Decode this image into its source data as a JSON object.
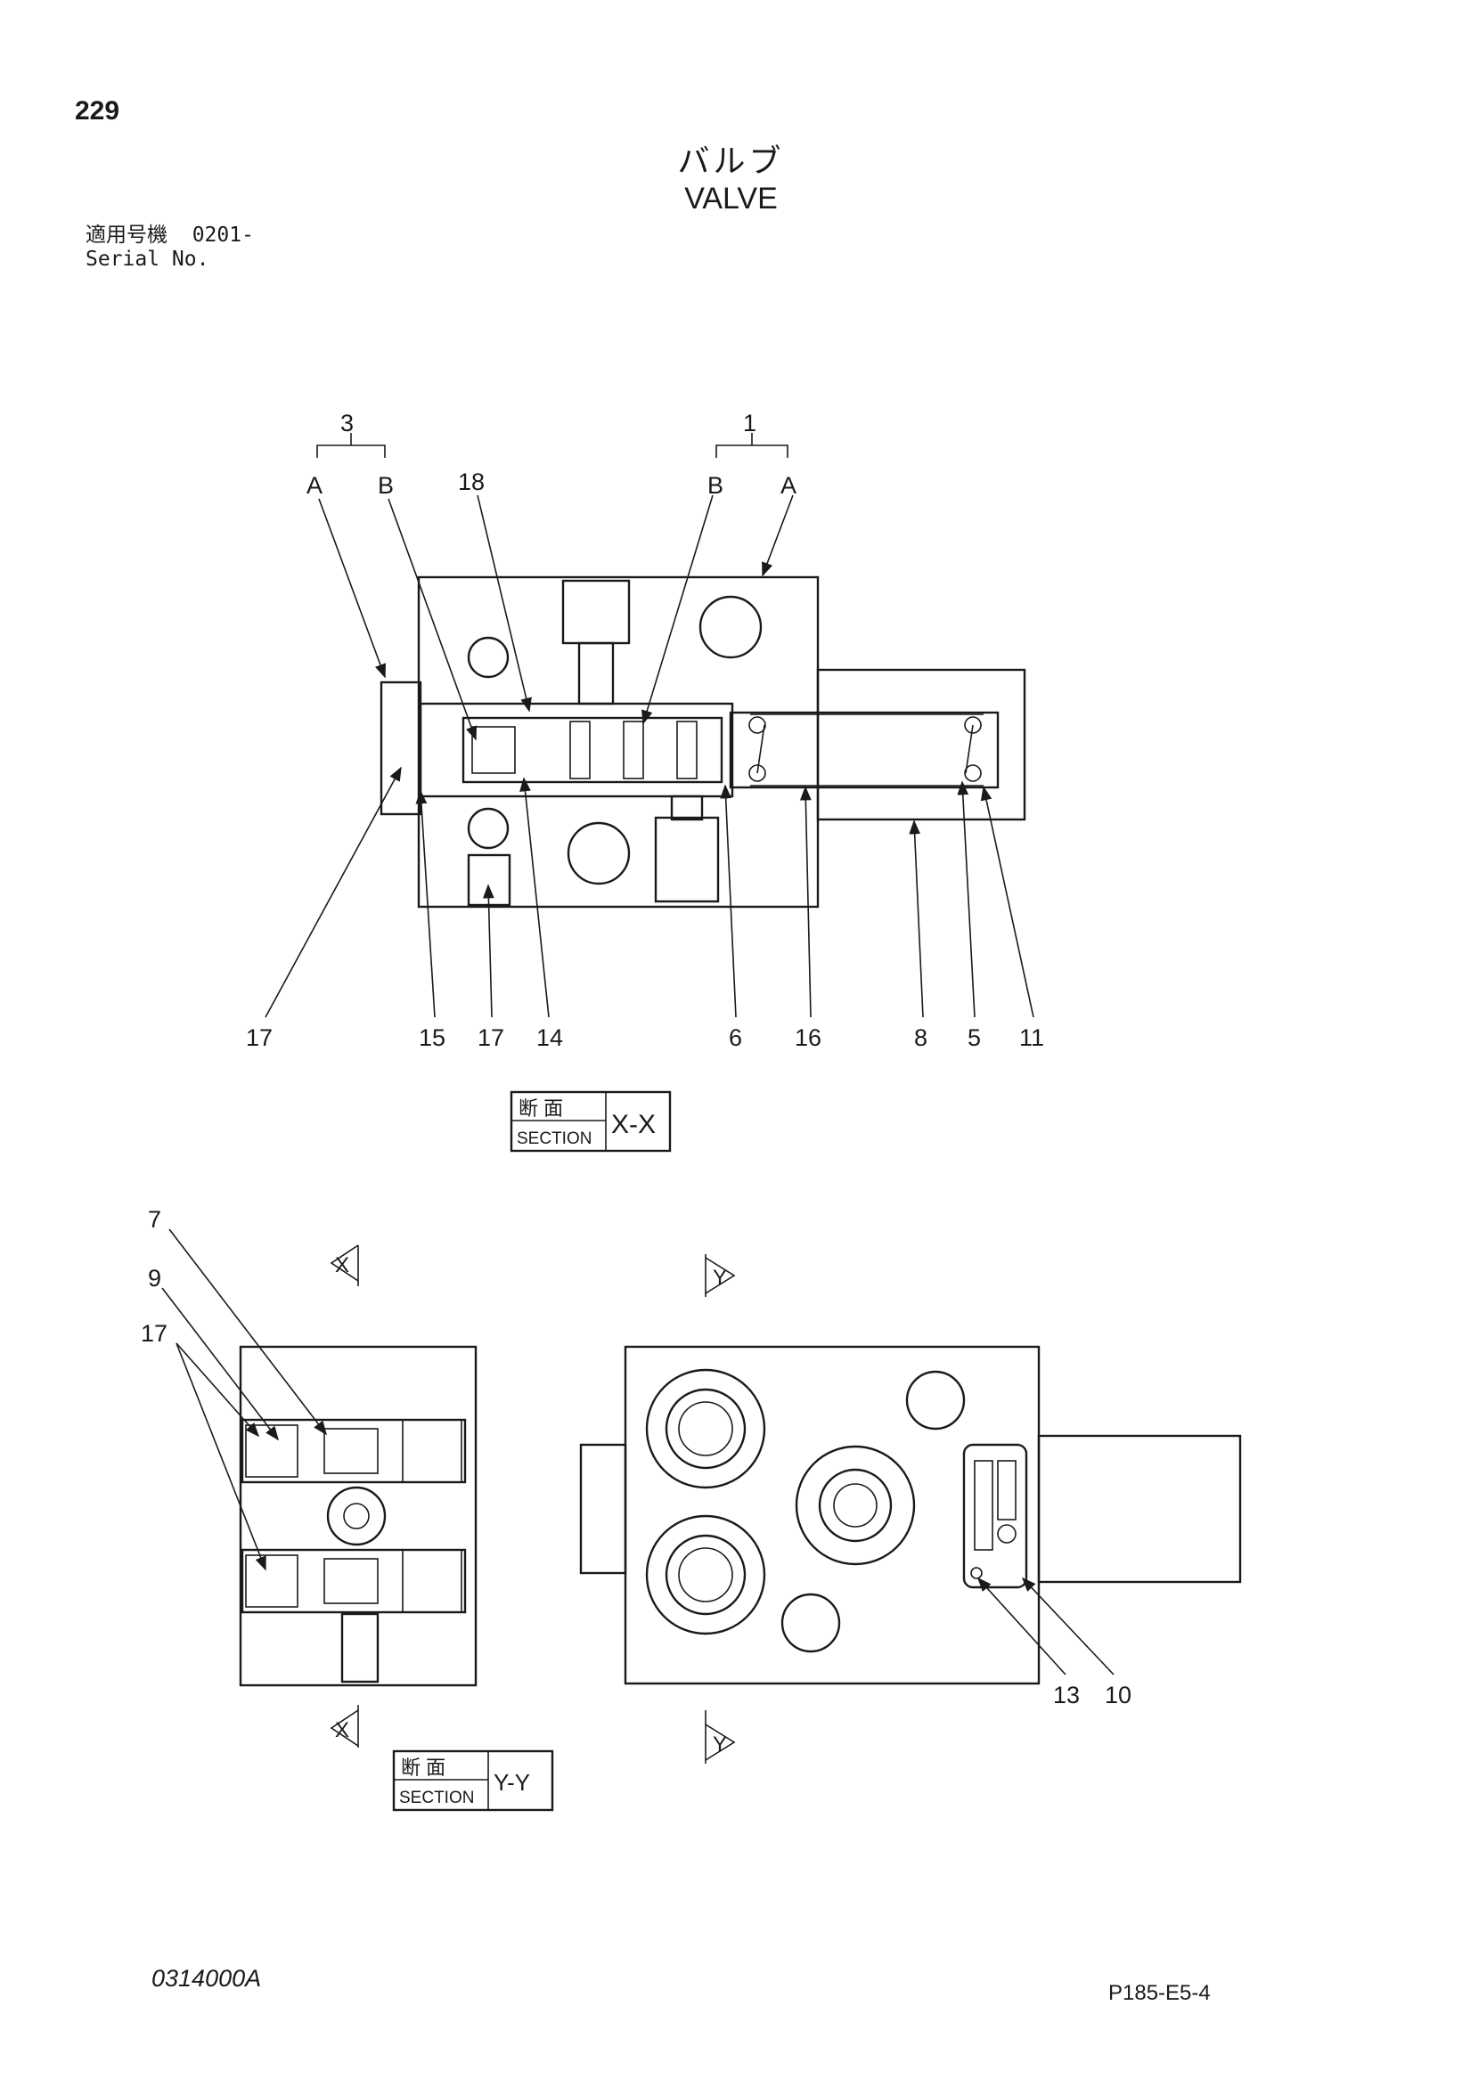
{
  "header": {
    "page_number": "229",
    "title_jp": "バルブ",
    "title_en": "VALVE",
    "serial_label_jp": "適用号機",
    "serial_value": "0201-",
    "serial_label_en": "Serial No."
  },
  "section_xx": {
    "callouts": {
      "group3": "3",
      "group3_a": "A",
      "group3_b": "B",
      "group1": "1",
      "group1_a": "A",
      "group1_b": "B",
      "c18": "18",
      "c17_left": "17",
      "c15": "15",
      "c17_mid": "17",
      "c14": "14",
      "c6": "6",
      "c16": "16",
      "c8": "8",
      "c5": "5",
      "c11": "11"
    },
    "section_box": {
      "jp": "断 面",
      "en": "SECTION",
      "id": "X-X"
    }
  },
  "section_yy": {
    "callouts": {
      "c7": "7",
      "c9": "9",
      "c17": "17"
    },
    "arrow_x_top": "X",
    "arrow_x_bottom": "X",
    "section_box": {
      "jp": "断 面",
      "en": "SECTION",
      "id": "Y-Y"
    }
  },
  "end_view": {
    "arrow_y_top": "Y",
    "arrow_y_bottom": "Y",
    "callouts": {
      "c13": "13",
      "c10": "10"
    }
  },
  "footer": {
    "drawing_code": "0314000A",
    "page_code": "P185-E5-4"
  }
}
